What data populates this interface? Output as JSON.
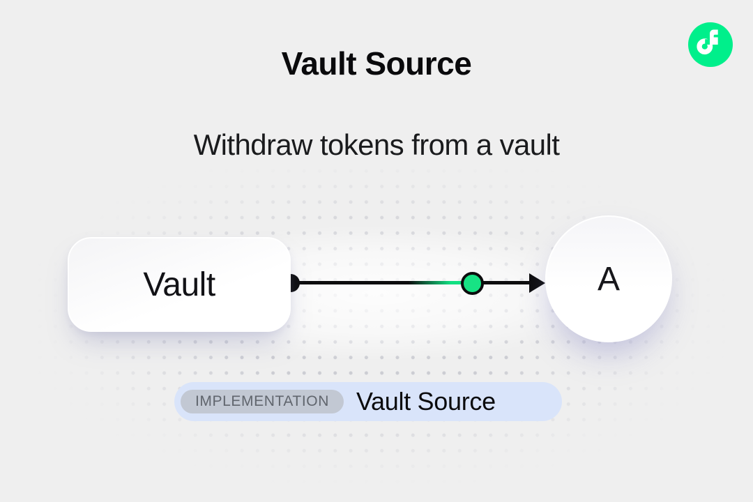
{
  "header": {
    "title": "Vault Source",
    "subtitle": "Withdraw tokens from a vault"
  },
  "logo": {
    "name": "flow-logo",
    "brand_color": "#00ef8b"
  },
  "diagram": {
    "vault_node": {
      "label": "Vault"
    },
    "account_node": {
      "label": "A"
    },
    "edge": {
      "style": "black line with start dot and arrowhead",
      "token_color": "#17e384"
    }
  },
  "caption": {
    "badge_label": "IMPLEMENTATION",
    "title": "Vault Source"
  },
  "colors": {
    "background": "#efefef",
    "dot_grid": "#cccdd3",
    "caption_pill_bg": "#d9e4fa",
    "badge_bg": "#c2c8d3",
    "badge_text": "#60656d",
    "flow_green": "#00ef8b",
    "edge_black": "#0c0c0d"
  }
}
